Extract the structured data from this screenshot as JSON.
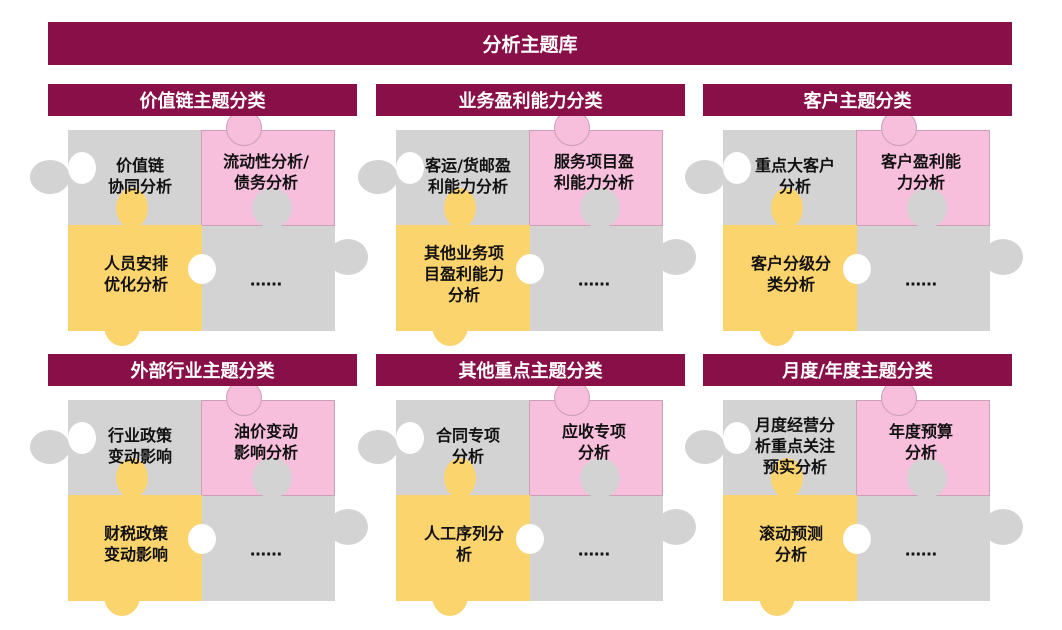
{
  "title": "分析主题库",
  "colors": {
    "header": "#880f47",
    "gray": "#d3d3d3",
    "pink": "#f8bfdd",
    "yellow": "#fcd46e"
  },
  "panels": [
    {
      "title": "价值链主题分类",
      "top_left": [
        "价值链",
        "协同分析"
      ],
      "top_right": [
        "流动性分析/",
        "债务分析"
      ],
      "bottom_left": [
        "人员安排",
        "优化分析"
      ],
      "bottom_right": [
        "……"
      ]
    },
    {
      "title": "业务盈利能力分类",
      "top_left": [
        "客运/货邮盈",
        "利能力分析"
      ],
      "top_right": [
        "服务项目盈",
        "利能力分析"
      ],
      "bottom_left": [
        "其他业务项",
        "目盈利能力",
        "分析"
      ],
      "bottom_right": [
        "……"
      ]
    },
    {
      "title": "客户主题分类",
      "top_left": [
        "重点大客户",
        "分析"
      ],
      "top_right": [
        "客户盈利能",
        "力分析"
      ],
      "bottom_left": [
        "客户分级分",
        "类分析"
      ],
      "bottom_right": [
        "……"
      ]
    },
    {
      "title": "外部行业主题分类",
      "top_left": [
        "行业政策",
        "变动影响"
      ],
      "top_right": [
        "油价变动",
        "影响分析"
      ],
      "bottom_left": [
        "财税政策",
        "变动影响"
      ],
      "bottom_right": [
        "……"
      ]
    },
    {
      "title": "其他重点主题分类",
      "top_left": [
        "合同专项",
        "分析"
      ],
      "top_right": [
        "应收专项",
        "分析"
      ],
      "bottom_left": [
        "人工序列分",
        "析"
      ],
      "bottom_right": [
        "……"
      ]
    },
    {
      "title": "月度/年度主题分类",
      "top_left": [
        "月度经营分",
        "析重点关注",
        "预实分析"
      ],
      "top_right": [
        "年度预算",
        "分析"
      ],
      "bottom_left": [
        "滚动预测",
        "分析"
      ],
      "bottom_right": [
        "……"
      ]
    }
  ]
}
